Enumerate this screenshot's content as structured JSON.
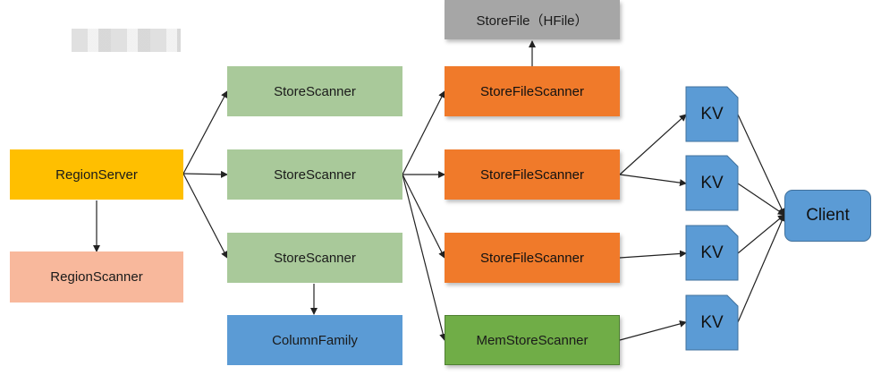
{
  "nodes": {
    "storefile_hfile": "StoreFile（HFile）",
    "region_server": "RegionServer",
    "region_scanner": "RegionScanner",
    "store_scanner_1": "StoreScanner",
    "store_scanner_2": "StoreScanner",
    "store_scanner_3": "StoreScanner",
    "column_family": "ColumnFamily",
    "storefile_scanner_1": "StoreFileScanner",
    "storefile_scanner_2": "StoreFileScanner",
    "storefile_scanner_3": "StoreFileScanner",
    "memstore_scanner": "MemStoreScanner",
    "kv_1": "KV",
    "kv_2": "KV",
    "kv_3": "KV",
    "kv_4": "KV",
    "client": "Client"
  },
  "edges": [
    [
      "region_server",
      "store_scanner_1"
    ],
    [
      "region_server",
      "store_scanner_2"
    ],
    [
      "region_server",
      "store_scanner_3"
    ],
    [
      "region_server",
      "region_scanner"
    ],
    [
      "store_scanner_3",
      "column_family"
    ],
    [
      "store_scanner_2",
      "storefile_scanner_1"
    ],
    [
      "store_scanner_2",
      "storefile_scanner_2"
    ],
    [
      "store_scanner_2",
      "storefile_scanner_3"
    ],
    [
      "store_scanner_2",
      "memstore_scanner"
    ],
    [
      "storefile_scanner_1",
      "storefile_hfile"
    ],
    [
      "storefile_scanner_2",
      "kv_1"
    ],
    [
      "storefile_scanner_2",
      "kv_2"
    ],
    [
      "storefile_scanner_3",
      "kv_3"
    ],
    [
      "memstore_scanner",
      "kv_4"
    ],
    [
      "kv_1",
      "client"
    ],
    [
      "kv_2",
      "client"
    ],
    [
      "kv_3",
      "client"
    ],
    [
      "kv_4",
      "client"
    ]
  ],
  "colors": {
    "store_scanner": "#a9c99a",
    "storefile_scanner": "#f07a2a",
    "region_server": "#ffbf00",
    "region_scanner": "#f8b89c",
    "column_family": "#5b9bd5",
    "hfile": "#a6a6a6",
    "memstore_scanner": "#70ad47",
    "kv": "#5b9bd5",
    "client": "#5b9bd5"
  }
}
